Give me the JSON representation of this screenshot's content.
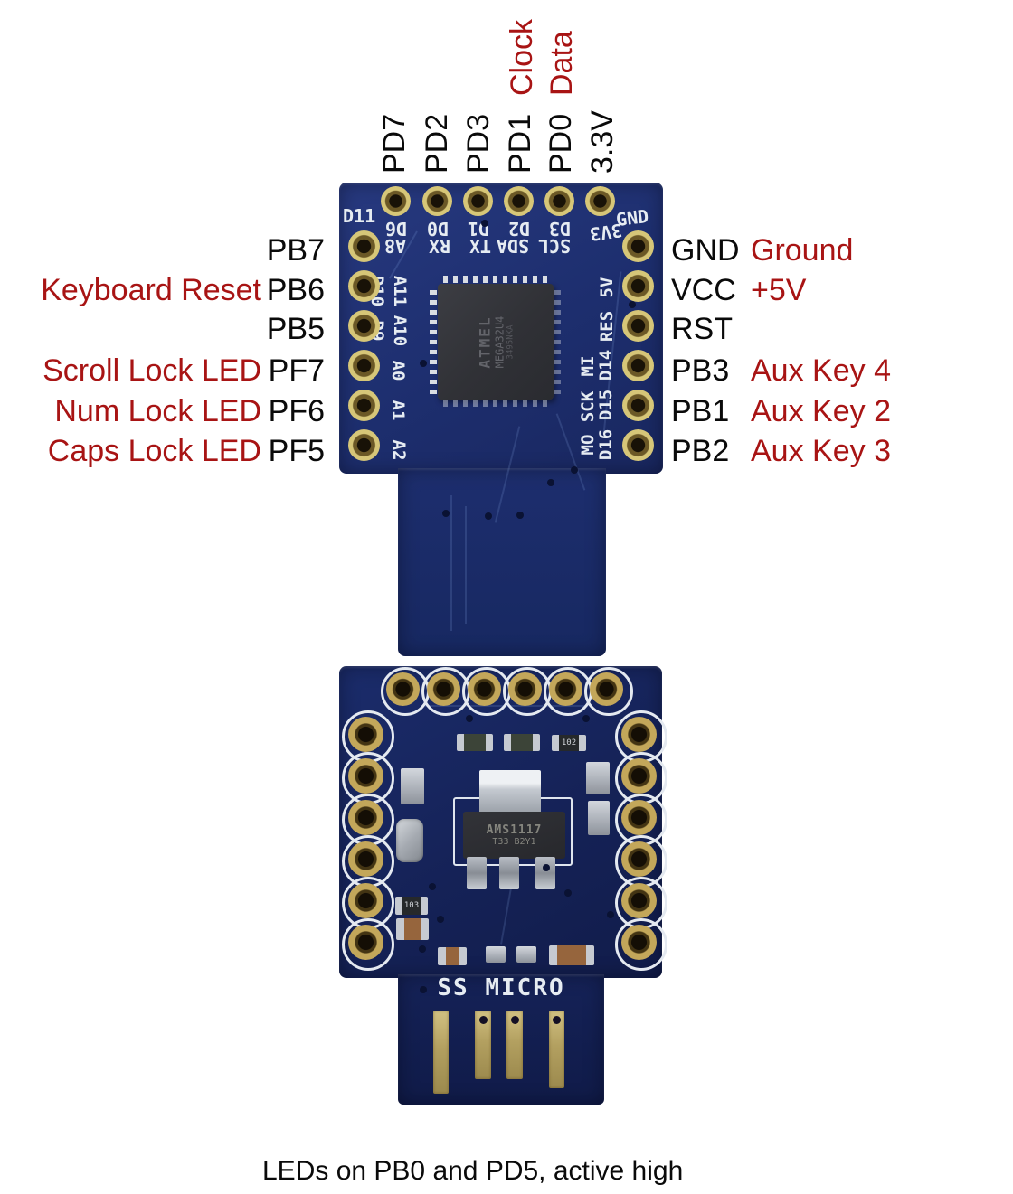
{
  "caption": "LEDs on PB0 and PD5, active high",
  "top_labels": {
    "clock": "Clock",
    "data": "Data",
    "pins": [
      "PD7",
      "PD2",
      "PD3",
      "PD1",
      "PD0",
      "3.3V"
    ]
  },
  "left_rows": [
    {
      "note": "",
      "pin": "PB7"
    },
    {
      "note": "Keyboard Reset",
      "pin": "PB6"
    },
    {
      "note": "",
      "pin": "PB5"
    },
    {
      "note": "Scroll Lock LED",
      "pin": "PF7"
    },
    {
      "note": "Num Lock LED",
      "pin": "PF6"
    },
    {
      "note": "Caps Lock LED",
      "pin": "PF5"
    }
  ],
  "right_rows": [
    {
      "pin": "GND",
      "note": "Ground"
    },
    {
      "pin": "VCC",
      "note": "+5V"
    },
    {
      "pin": "RST",
      "note": ""
    },
    {
      "pin": "PB3",
      "note": "Aux Key 4"
    },
    {
      "pin": "PB1",
      "note": "Aux Key 2"
    },
    {
      "pin": "PB2",
      "note": "Aux Key 3"
    }
  ],
  "front_board": {
    "silk_d11": "D11",
    "silk_gnd": "GND",
    "silk_row_top": [
      "D6",
      "D0",
      "D1",
      "D2",
      "D3"
    ],
    "silk_3v3": "3V3",
    "silk_row_bottom": [
      "A8",
      "RX",
      "TX",
      "SDA",
      "SCL"
    ],
    "silk_left_outer": [
      "A11",
      "A10",
      "A0",
      "A1",
      "A2"
    ],
    "silk_left_inner": [
      "D10",
      "D9"
    ],
    "silk_right_outer": [
      "5V",
      "RES",
      "D14",
      "D15",
      "D16"
    ],
    "silk_right_inner": [
      "MI",
      "SCK",
      "MO"
    ],
    "chip": {
      "brand": "ATMEL",
      "part": "MEGA32U4",
      "lot": "3495NKA"
    }
  },
  "back_board": {
    "name": "SS MICRO",
    "regulator_line1": "AMS1117",
    "regulator_line2": "T33 B2Y1",
    "smd_code_102": "102",
    "smd_code_103": "103"
  },
  "colors": {
    "annotation_red": "#a81414",
    "label_black": "#0a0a0a",
    "pcb_front": "#20327a",
    "pcb_back": "#152257",
    "silkscreen": "#e6ecf2",
    "gold": "#cdb964"
  }
}
